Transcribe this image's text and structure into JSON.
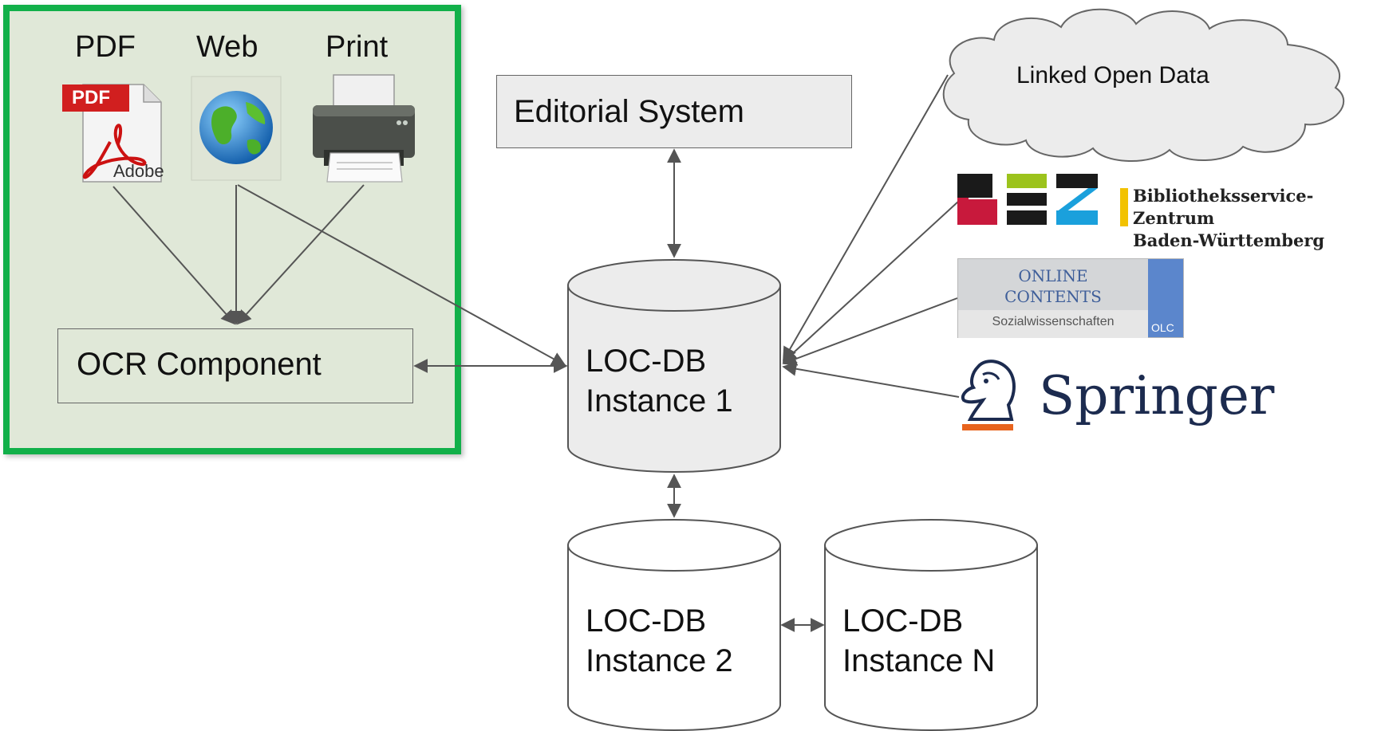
{
  "sources": {
    "pdf_label": "PDF",
    "pdf_badge": "PDF",
    "pdf_brand": "Adobe",
    "web_label": "Web",
    "print_label": "Print"
  },
  "ocr": {
    "label": "OCR Component"
  },
  "editorial": {
    "label": "Editorial System"
  },
  "db1": {
    "line1": "LOC-DB",
    "line2": "Instance 1"
  },
  "db2": {
    "line1": "LOC-DB",
    "line2": "Instance 2"
  },
  "dbn": {
    "line1": "LOC-DB",
    "line2": "Instance N"
  },
  "cloud": {
    "label": "Linked Open Data"
  },
  "bsz": {
    "logo_text": "BSZ",
    "line1": "Bibliotheksservice-Zentrum",
    "line2": "Baden-Württemberg"
  },
  "olc": {
    "line1": "ONLINE",
    "line2": "CONTENTS",
    "sub": "Sozialwissenschaften",
    "badge": "OLC"
  },
  "springer": {
    "label": "Springer"
  },
  "colors": {
    "panel_border": "#12b04a",
    "panel_fill": "#e0e8d8",
    "bsz_red": "#c8193c",
    "bsz_green": "#9cc31c",
    "bsz_blue": "#1aa0dc",
    "springer_navy": "#1c2b4f",
    "springer_orange": "#e8641e"
  }
}
